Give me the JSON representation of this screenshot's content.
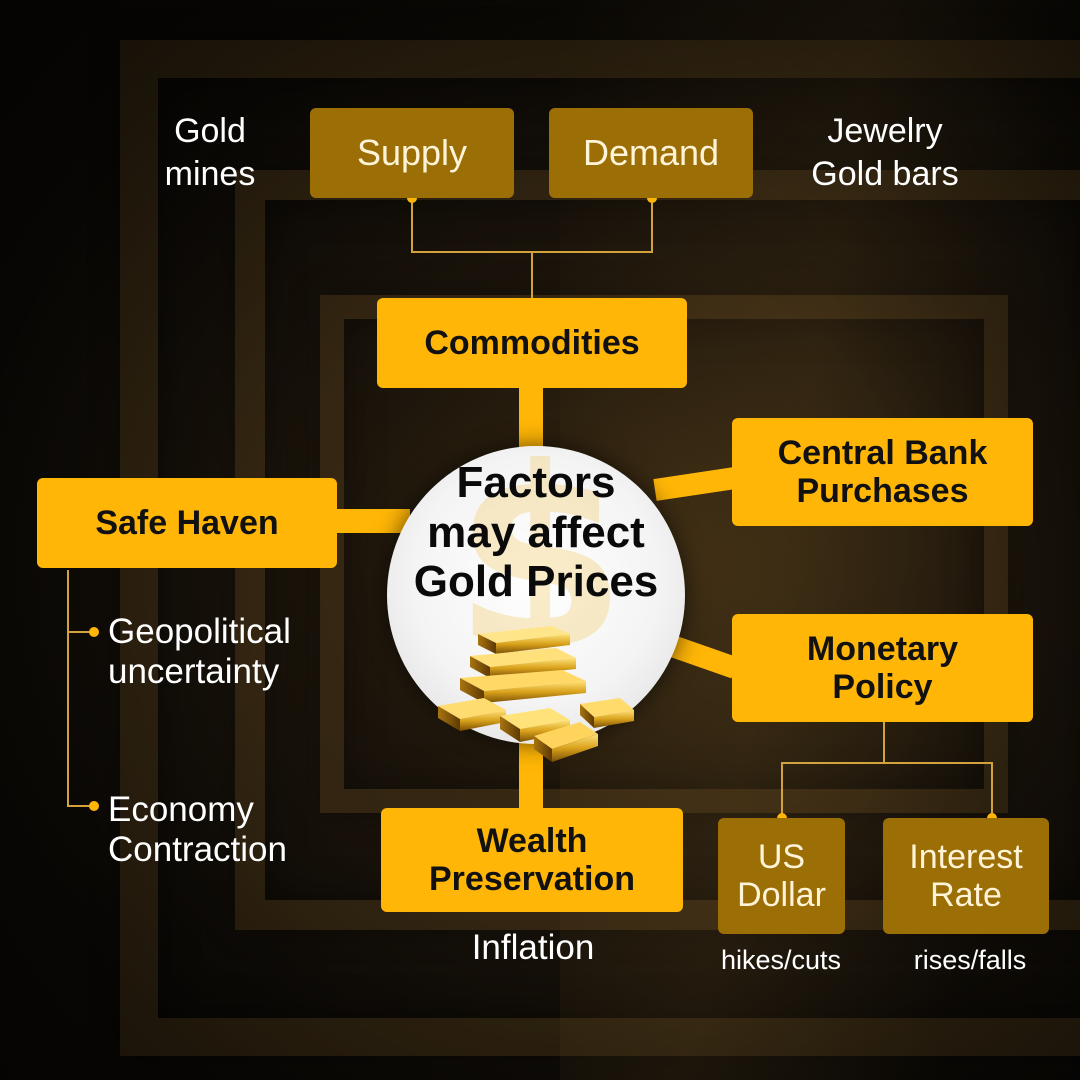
{
  "center": {
    "title": [
      "Factors",
      "may affect",
      "Gold Prices"
    ],
    "icon": "gold-bars-stack-icon"
  },
  "commodities": {
    "label": "Commodities",
    "supply": {
      "label": "Supply",
      "note": [
        "Gold",
        "mines"
      ]
    },
    "demand": {
      "label": "Demand",
      "note": [
        "Jewelry",
        "Gold bars"
      ]
    }
  },
  "safe_haven": {
    "label": "Safe Haven",
    "items": [
      [
        "Geopolitical",
        "uncertainty"
      ],
      [
        "Economy",
        "Contraction"
      ]
    ]
  },
  "central_bank": {
    "label": [
      "Central Bank",
      "Purchases"
    ]
  },
  "monetary_policy": {
    "label": [
      "Monetary",
      "Policy"
    ],
    "us_dollar": {
      "label": [
        "US",
        "Dollar"
      ],
      "note": "hikes/cuts"
    },
    "interest_rate": {
      "label": [
        "Interest",
        "Rate"
      ],
      "note": "rises/falls"
    }
  },
  "wealth": {
    "label": [
      "Wealth",
      "Preservation"
    ],
    "note": "Inflation"
  },
  "colors": {
    "gold": "#ffb606",
    "gold_dim": "#9c6e06",
    "line": "#ffb606",
    "thin_line": "#d4a23c"
  }
}
